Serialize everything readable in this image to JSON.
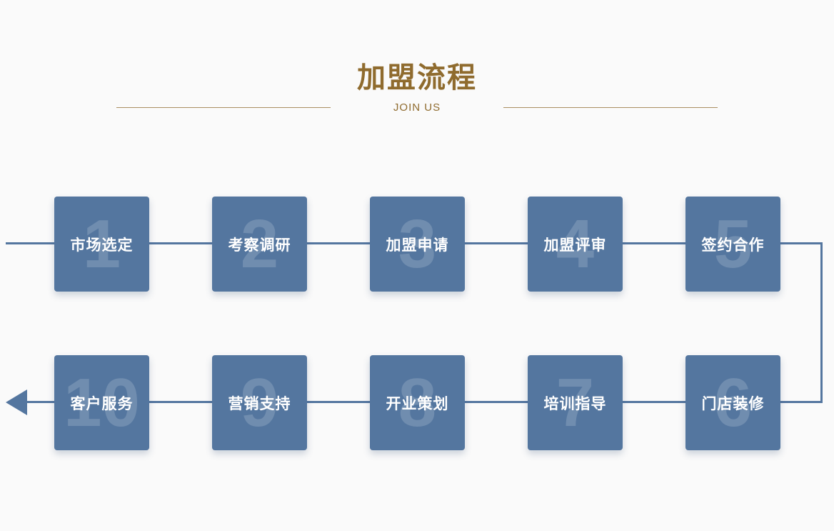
{
  "header": {
    "title": "加盟流程",
    "subtitle": "JOIN US"
  },
  "steps": [
    {
      "num": "1",
      "label": "市场选定"
    },
    {
      "num": "2",
      "label": "考察调研"
    },
    {
      "num": "3",
      "label": "加盟申请"
    },
    {
      "num": "4",
      "label": "加盟评审"
    },
    {
      "num": "5",
      "label": "签约合作"
    },
    {
      "num": "6",
      "label": "门店装修"
    },
    {
      "num": "7",
      "label": "培训指导"
    },
    {
      "num": "8",
      "label": "开业策划"
    },
    {
      "num": "9",
      "label": "营销支持"
    },
    {
      "num": "10",
      "label": "客户服务"
    }
  ],
  "colors": {
    "accent": "#8f6b2e",
    "box": "#54769f",
    "number": "rgba(255,255,255,0.17)",
    "line": "#54769f",
    "background": "#fafafa"
  }
}
